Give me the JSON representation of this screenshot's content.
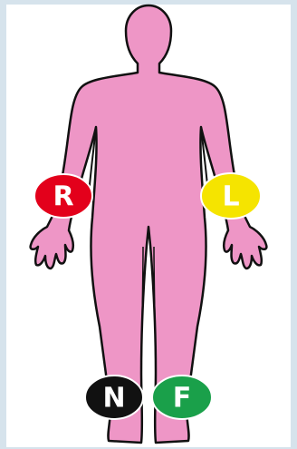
{
  "body_color": "#ee96c6",
  "outline_color": "#111111",
  "electrodes": [
    {
      "id": "right-arm",
      "label": "R",
      "color": "#e3001b"
    },
    {
      "id": "left-arm",
      "label": "L",
      "color": "#f5e400"
    },
    {
      "id": "neutral-leg",
      "label": "N",
      "color": "#111111"
    },
    {
      "id": "foot-leg",
      "label": "F",
      "color": "#1aa04a"
    }
  ]
}
